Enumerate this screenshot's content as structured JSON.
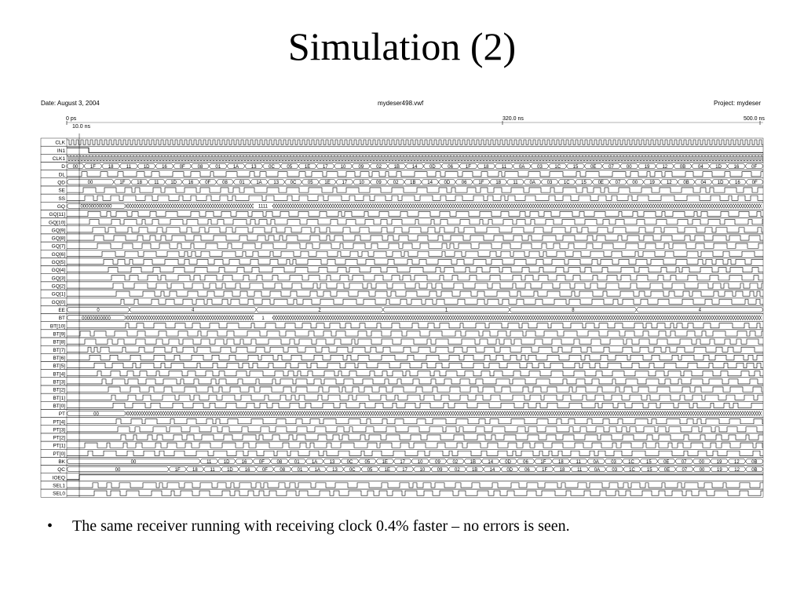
{
  "slide": {
    "title": "Simulation (2)",
    "bullet_symbol": "•",
    "bullet_text": "The same receiver running with receiving clock 0.4% faster – no errors is seen."
  },
  "sim_header": {
    "date": "Date: August  3, 2004",
    "file": "mydeser498.vwf",
    "project": "Project: mydeser"
  },
  "timeline": {
    "start_label": "0 ps",
    "cursor_label": "10.0 ns",
    "mid_label": "320.0 ns",
    "end_label": "500.0 ns"
  },
  "signals": [
    {
      "name": "CLK",
      "kind": "clock",
      "period": 6
    },
    {
      "name": "IN1",
      "kind": "step",
      "start_high": true,
      "toggles": [
        14
      ]
    },
    {
      "name": "CLK1",
      "kind": "clock",
      "period": 4
    },
    {
      "name": "D",
      "kind": "bus",
      "values": [
        "00",
        "1F",
        "18",
        "11",
        "1D",
        "16",
        "0F",
        "08",
        "01",
        "1A",
        "13",
        "0C",
        "05",
        "1E",
        "17",
        "10",
        "09",
        "02",
        "1B",
        "14",
        "0D",
        "06",
        "1F",
        "18",
        "11",
        "0A",
        "03",
        "1C",
        "15",
        "0E",
        "07",
        "00",
        "19",
        "12",
        "0B",
        "04",
        "1D",
        "16",
        "0F"
      ]
    },
    {
      "name": "DL",
      "kind": "bits",
      "seed": 3
    },
    {
      "name": "QD",
      "kind": "bus",
      "values": [
        "00",
        "1F",
        "18",
        "11",
        "1D",
        "16",
        "0F",
        "08",
        "01",
        "1A",
        "13",
        "0C",
        "05",
        "1E",
        "17",
        "10",
        "09",
        "02",
        "1B",
        "14",
        "0D",
        "06",
        "1F",
        "18",
        "11",
        "0A",
        "03",
        "1C",
        "15",
        "0E",
        "07",
        "00",
        "19",
        "12",
        "0B",
        "04",
        "1D",
        "16",
        "0F"
      ],
      "first_width": 60
    },
    {
      "name": "SE",
      "kind": "bits",
      "seed": 5
    },
    {
      "name": "SS",
      "kind": "bits",
      "seed": 7
    },
    {
      "name": "GQ",
      "kind": "busdense",
      "values": [
        "000000000000",
        "1111"
      ]
    },
    {
      "name": "GQ[11]",
      "kind": "bits",
      "seed": 11
    },
    {
      "name": "GQ[10]",
      "kind": "bits",
      "seed": 13
    },
    {
      "name": "GQ[9]",
      "kind": "bits",
      "seed": 17
    },
    {
      "name": "GQ[8]",
      "kind": "bits",
      "seed": 19
    },
    {
      "name": "GQ[7]",
      "kind": "bits",
      "seed": 23
    },
    {
      "name": "GQ[6]",
      "kind": "bits",
      "seed": 29
    },
    {
      "name": "GQ[5]",
      "kind": "bits",
      "seed": 31
    },
    {
      "name": "GQ[4]",
      "kind": "bits",
      "seed": 37
    },
    {
      "name": "GQ[3]",
      "kind": "bits",
      "seed": 41
    },
    {
      "name": "GQ[2]",
      "kind": "bits",
      "seed": 43
    },
    {
      "name": "GQ[1]",
      "kind": "bits",
      "seed": 47
    },
    {
      "name": "GQ[0]",
      "kind": "bits",
      "seed": 53
    },
    {
      "name": "EE",
      "kind": "bus",
      "values": [
        "0",
        "4",
        "2",
        "1",
        "8",
        "4"
      ],
      "first_width": 80
    },
    {
      "name": "BT",
      "kind": "busdense",
      "values": [
        "00000000000",
        "1"
      ]
    },
    {
      "name": "BT[10]",
      "kind": "bits",
      "seed": 59
    },
    {
      "name": "BT[9]",
      "kind": "bits",
      "seed": 61
    },
    {
      "name": "BT[8]",
      "kind": "bits",
      "seed": 67
    },
    {
      "name": "BT[7]",
      "kind": "bits",
      "seed": 71
    },
    {
      "name": "BT[6]",
      "kind": "bits",
      "seed": 73
    },
    {
      "name": "BT[5]",
      "kind": "bits",
      "seed": 79
    },
    {
      "name": "BT[4]",
      "kind": "bits",
      "seed": 83
    },
    {
      "name": "BT[3]",
      "kind": "bits",
      "seed": 89
    },
    {
      "name": "BT[2]",
      "kind": "bits",
      "seed": 97
    },
    {
      "name": "BT[1]",
      "kind": "bits",
      "seed": 101
    },
    {
      "name": "BT[0]",
      "kind": "bits",
      "seed": 103
    },
    {
      "name": "PT",
      "kind": "busdense",
      "values": [
        "00"
      ]
    },
    {
      "name": "PT[4]",
      "kind": "bits",
      "seed": 107
    },
    {
      "name": "PT[3]",
      "kind": "bits",
      "seed": 109
    },
    {
      "name": "PT[2]",
      "kind": "bits",
      "seed": 113
    },
    {
      "name": "PT[1]",
      "kind": "bits",
      "seed": 127
    },
    {
      "name": "PT[0]",
      "kind": "bits",
      "seed": 131
    },
    {
      "name": "BK",
      "kind": "bus",
      "values": [
        "00",
        "11",
        "1D",
        "16",
        "0F",
        "08",
        "01",
        "1A",
        "13",
        "0C",
        "05",
        "1E",
        "17",
        "10",
        "09",
        "02",
        "1B",
        "14",
        "0D",
        "06",
        "1F",
        "18",
        "11",
        "0A",
        "03",
        "1C",
        "15",
        "0E",
        "07",
        "00",
        "19",
        "12",
        "0B"
      ],
      "first_width": 170
    },
    {
      "name": "QC",
      "kind": "bus",
      "values": [
        "00",
        "1F",
        "18",
        "11",
        "1D",
        "16",
        "0F",
        "08",
        "01",
        "1A",
        "13",
        "0C",
        "05",
        "1E",
        "17",
        "10",
        "09",
        "02",
        "1B",
        "14",
        "0D",
        "06",
        "1F",
        "18",
        "11",
        "0A",
        "03",
        "1C",
        "15",
        "0E",
        "07",
        "00",
        "19",
        "12",
        "0B"
      ],
      "first_width": 130
    },
    {
      "name": "IOEQ",
      "kind": "step",
      "start_high": false,
      "toggles": [
        8
      ]
    },
    {
      "name": "SEL1",
      "kind": "bits",
      "seed": 137
    },
    {
      "name": "SEL0",
      "kind": "bits",
      "seed": 139
    }
  ]
}
